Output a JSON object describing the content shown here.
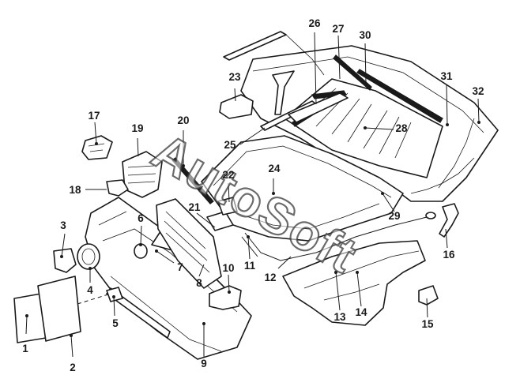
{
  "callouts": [
    "1",
    "2",
    "3",
    "4",
    "5",
    "6",
    "7",
    "8",
    "9",
    "10",
    "11",
    "12",
    "13",
    "14",
    "15",
    "16",
    "17",
    "18",
    "19",
    "20",
    "21",
    "22",
    "23",
    "24",
    "25",
    "26",
    "27",
    "28",
    "29",
    "30",
    "31",
    "32"
  ],
  "watermark": "AutoSoft",
  "colors": {
    "ink": "#1a1a1a",
    "paper": "#ffffff"
  }
}
